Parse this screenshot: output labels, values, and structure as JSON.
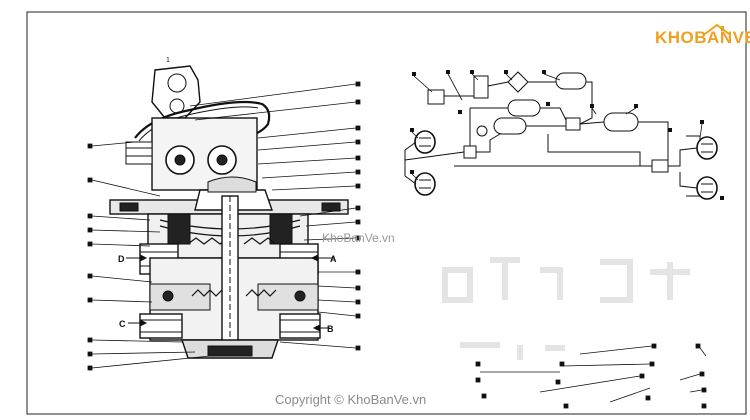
{
  "logo": {
    "text": "KHOBANVE",
    "icon": "house-roof-icon",
    "color": "#f0a020"
  },
  "watermark": {
    "text": "KhoBanVe.vn"
  },
  "copyright": {
    "text": "Copyright © KhoBanVe.vn"
  },
  "ports": {
    "a": "A",
    "b": "B",
    "c": "C",
    "d": "D"
  },
  "top_marker": "1"
}
